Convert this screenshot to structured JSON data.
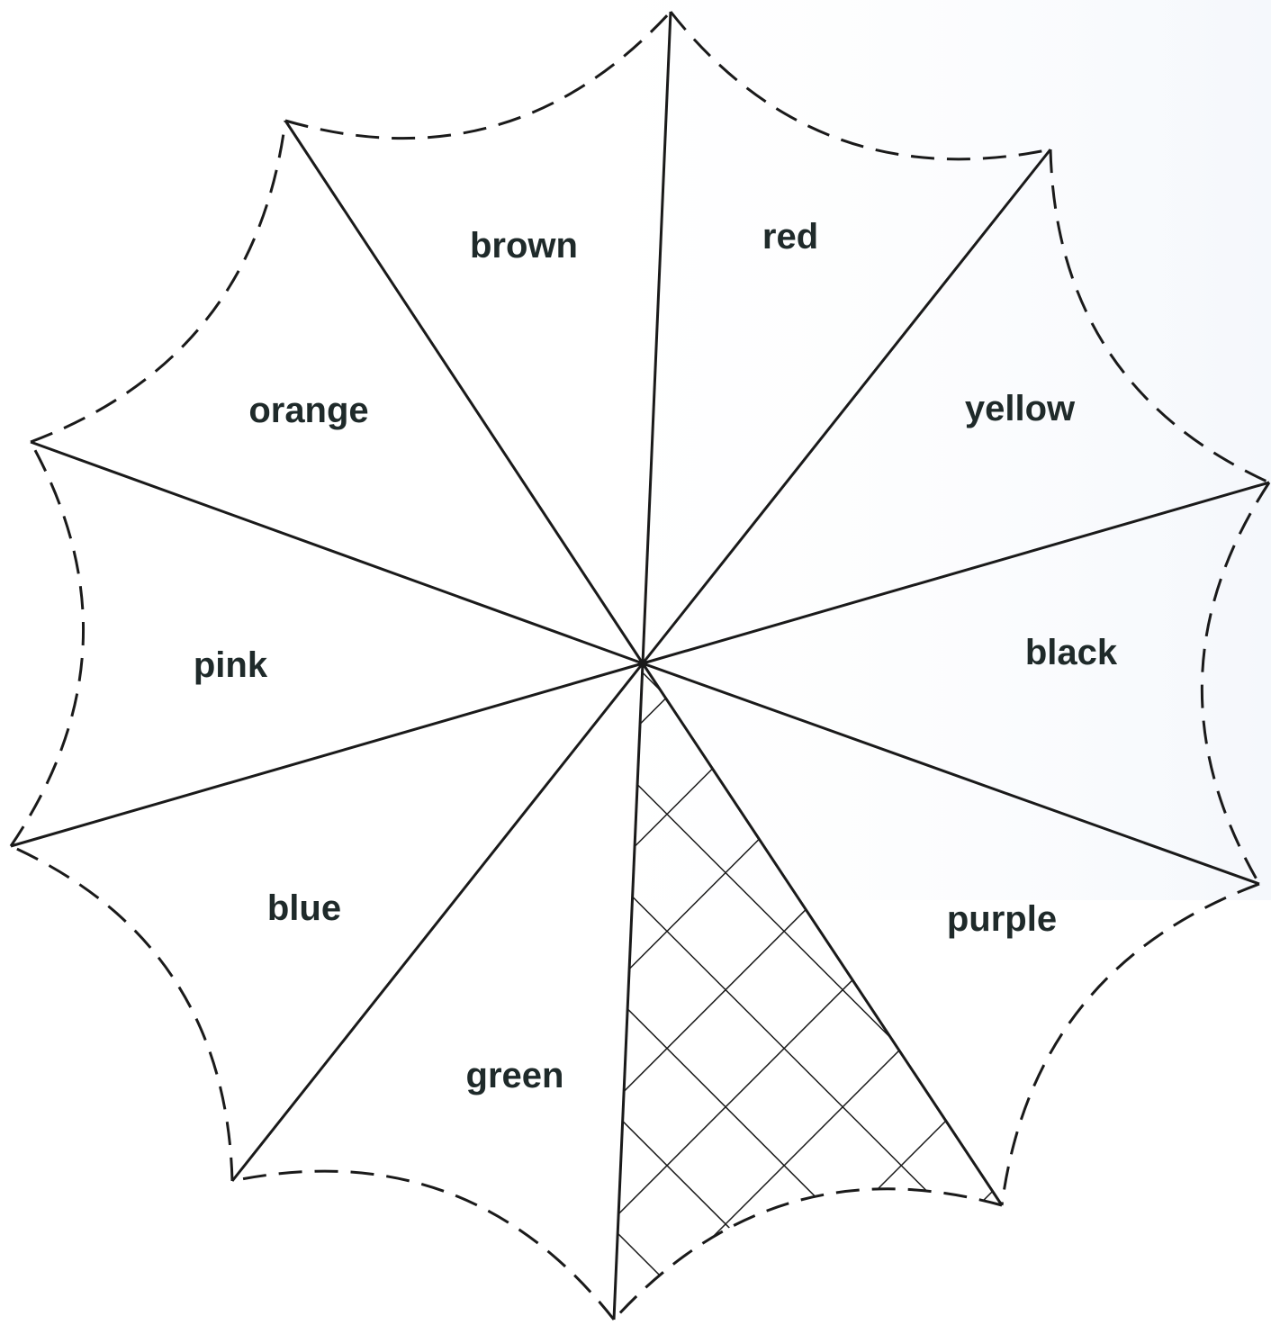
{
  "umbrella": {
    "segments": [
      {
        "label": "red",
        "pattern": "blank"
      },
      {
        "label": "yellow",
        "pattern": "blank"
      },
      {
        "label": "black",
        "pattern": "blank"
      },
      {
        "label": "purple",
        "pattern": "blank"
      },
      {
        "label": "",
        "pattern": "crosshatch"
      },
      {
        "label": "green",
        "pattern": "blank"
      },
      {
        "label": "blue",
        "pattern": "blank"
      },
      {
        "label": "pink",
        "pattern": "blank"
      },
      {
        "label": "orange",
        "pattern": "blank"
      },
      {
        "label": "brown",
        "pattern": "blank"
      }
    ],
    "colors": {
      "line": "#1a1a1a",
      "text": "#1f2a2a",
      "fill": "#ffffff",
      "tint": "#e8eef8"
    }
  }
}
